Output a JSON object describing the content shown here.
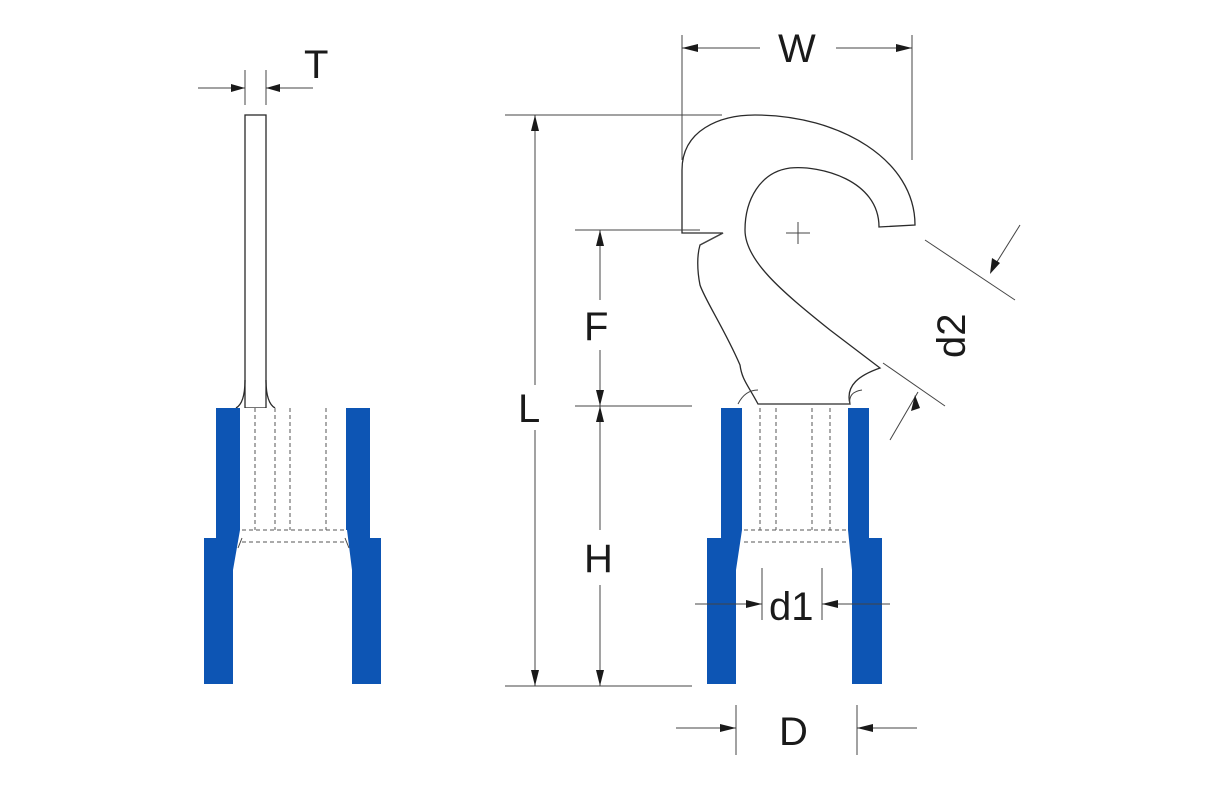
{
  "labels": {
    "T": "T",
    "W": "W",
    "L": "L",
    "F": "F",
    "H": "H",
    "d1": "d1",
    "d2": "d2",
    "D": "D"
  },
  "colors": {
    "insulation": "#0d55b4",
    "line": "#2a2a2a",
    "background": "#ffffff"
  }
}
